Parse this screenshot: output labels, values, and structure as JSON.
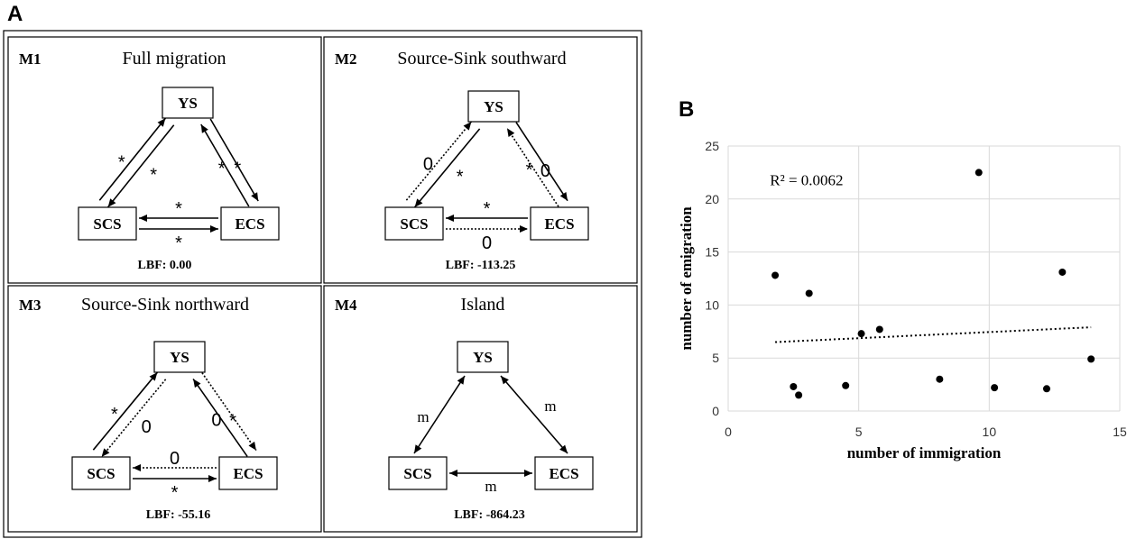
{
  "panel_a_letter": "A",
  "panel_b_letter": "B",
  "models": [
    {
      "id": "M1",
      "title": "Full migration",
      "lbf": "LBF: 0.00",
      "nodes": {
        "top": "YS",
        "left": "SCS",
        "right": "ECS"
      },
      "arrows": [
        {
          "edge": "left",
          "dir": "up",
          "style": "solid",
          "label": "*"
        },
        {
          "edge": "left",
          "dir": "down",
          "style": "solid",
          "label": "*"
        },
        {
          "edge": "right",
          "dir": "up",
          "style": "solid",
          "label": "*"
        },
        {
          "edge": "right",
          "dir": "down",
          "style": "solid",
          "label": "*"
        },
        {
          "edge": "bottom",
          "dir": "to-left",
          "style": "solid",
          "label": "*"
        },
        {
          "edge": "bottom",
          "dir": "to-right",
          "style": "solid",
          "label": "*"
        }
      ]
    },
    {
      "id": "M2",
      "title": "Source-Sink southward",
      "lbf": "LBF: -113.25",
      "nodes": {
        "top": "YS",
        "left": "SCS",
        "right": "ECS"
      },
      "arrows": [
        {
          "edge": "left",
          "dir": "up",
          "style": "dotted",
          "label": "0"
        },
        {
          "edge": "left",
          "dir": "down",
          "style": "solid",
          "label": "*"
        },
        {
          "edge": "right",
          "dir": "up",
          "style": "dotted",
          "label": "0"
        },
        {
          "edge": "right",
          "dir": "down",
          "style": "solid",
          "label": "*"
        },
        {
          "edge": "bottom",
          "dir": "to-left",
          "style": "solid",
          "label": "*"
        },
        {
          "edge": "bottom",
          "dir": "to-right",
          "style": "dotted",
          "label": "0"
        }
      ]
    },
    {
      "id": "M3",
      "title": "Source-Sink northward",
      "lbf": "LBF: -55.16",
      "nodes": {
        "top": "YS",
        "left": "SCS",
        "right": "ECS"
      },
      "arrows": [
        {
          "edge": "left",
          "dir": "up",
          "style": "solid",
          "label": "*"
        },
        {
          "edge": "left",
          "dir": "down",
          "style": "dotted",
          "label": "0"
        },
        {
          "edge": "right",
          "dir": "up",
          "style": "solid",
          "label": "*"
        },
        {
          "edge": "right",
          "dir": "down",
          "style": "dotted",
          "label": "0"
        },
        {
          "edge": "bottom",
          "dir": "to-left",
          "style": "dotted",
          "label": "0"
        },
        {
          "edge": "bottom",
          "dir": "to-right",
          "style": "solid",
          "label": "*"
        }
      ]
    },
    {
      "id": "M4",
      "title": "Island",
      "lbf": "LBF: -864.23",
      "nodes": {
        "top": "YS",
        "left": "SCS",
        "right": "ECS"
      },
      "arrows": [
        {
          "edge": "left",
          "dir": "both",
          "style": "solid",
          "label": "m"
        },
        {
          "edge": "right",
          "dir": "both",
          "style": "solid",
          "label": "m"
        },
        {
          "edge": "bottom",
          "dir": "both",
          "style": "solid",
          "label": "m"
        }
      ]
    }
  ],
  "chart_data": {
    "type": "scatter",
    "xlabel": "number of immigration",
    "ylabel": "number of emigration",
    "xlim": [
      0,
      15
    ],
    "ylim": [
      0,
      25
    ],
    "xticks": [
      0,
      5,
      10,
      15
    ],
    "yticks": [
      0,
      5,
      10,
      15,
      20,
      25
    ],
    "grid": true,
    "annotation": "R² = 0.0062",
    "points": [
      {
        "x": 1.8,
        "y": 12.8
      },
      {
        "x": 3.1,
        "y": 11.1
      },
      {
        "x": 2.5,
        "y": 2.3
      },
      {
        "x": 2.7,
        "y": 1.5
      },
      {
        "x": 4.5,
        "y": 2.4
      },
      {
        "x": 5.1,
        "y": 7.3
      },
      {
        "x": 5.8,
        "y": 7.7
      },
      {
        "x": 8.1,
        "y": 3.0
      },
      {
        "x": 9.6,
        "y": 22.5
      },
      {
        "x": 10.2,
        "y": 2.2
      },
      {
        "x": 12.2,
        "y": 2.1
      },
      {
        "x": 12.8,
        "y": 13.1
      },
      {
        "x": 13.9,
        "y": 4.9
      }
    ],
    "trendline": {
      "style": "dotted",
      "x": [
        1.8,
        13.9
      ],
      "y": [
        6.5,
        7.9
      ]
    }
  }
}
